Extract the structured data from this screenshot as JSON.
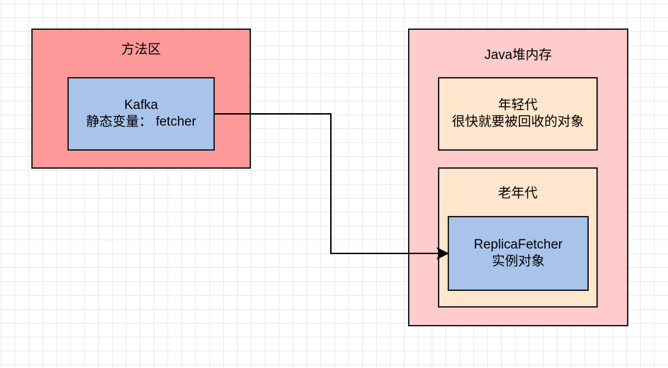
{
  "method_area": {
    "title": "方法区",
    "kafka": {
      "line1": "Kafka",
      "line2": "静态变量： fetcher"
    }
  },
  "heap": {
    "title": "Java堆内存",
    "young_gen": {
      "line1": "年轻代",
      "line2": "很快就要被回收的对象"
    },
    "old_gen": {
      "title": "老年代",
      "replica": {
        "line1": "ReplicaFetcher",
        "line2": "实例对象"
      }
    }
  },
  "colors": {
    "method_area_fill": "#ff9999",
    "heap_fill": "#ffcccc",
    "generation_fill": "#ffe6cc",
    "object_fill": "#a9c4eb",
    "border": "#1f1f1f",
    "grid": "#e9e9e9"
  }
}
